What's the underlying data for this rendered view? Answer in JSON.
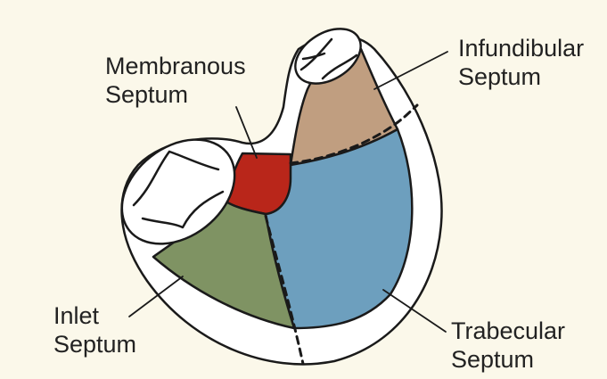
{
  "labels": {
    "membranous": [
      "Membranous",
      "Septum"
    ],
    "infundibular": [
      "Infundibular",
      "Septum"
    ],
    "inlet": [
      "Inlet",
      "Septum"
    ],
    "trabecular": [
      "Trabecular",
      "Septum"
    ]
  },
  "colors": {
    "background": "#fbf8ea",
    "outline": "#1a1a1a",
    "membranous": "#b9261a",
    "infundibular": "#c09e80",
    "inlet": "#7f9363",
    "trabecular": "#6d9fbe",
    "wall": "#ffffff"
  }
}
